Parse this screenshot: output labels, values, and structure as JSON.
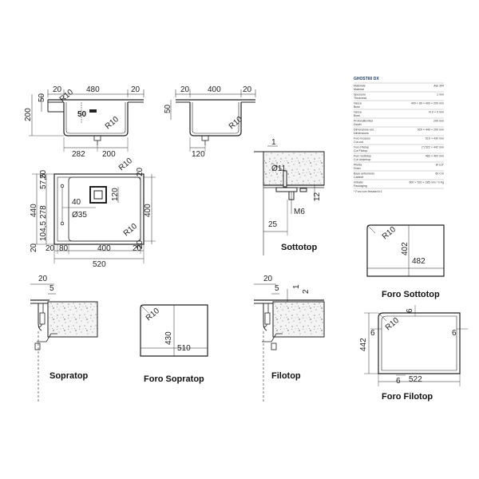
{
  "spec_sheet": {
    "title": "GHOST60 DX",
    "rows": [
      {
        "label": "Materiale",
        "sub": "Material",
        "value": "Aisi 304"
      },
      {
        "label": "Spessore",
        "sub": "Thickness",
        "value": "1 mm"
      },
      {
        "label": "Vasca",
        "sub": "Bowl",
        "value": "400 × 80 × 400 × 200 mm"
      },
      {
        "label": "Vasca",
        "sub": "Bowl",
        "value": "R 0 × 0 mm"
      },
      {
        "label": "Profondità Max",
        "sub": "Depth",
        "value": "200 mm"
      },
      {
        "label": "Dimensione est.",
        "sub": "Dimensions",
        "value": "520 × 440 × 200 mm"
      },
      {
        "label": "Foro Incasso",
        "sub": "Cut-out",
        "value": "510 × 430 mm"
      },
      {
        "label": "Foro Filotop",
        "sub": "Cut Filotop",
        "value": "(*) 522 × 442 mm"
      },
      {
        "label": "Foro Sottotop",
        "sub": "Cut Undertop",
        "value": "482 × 402 mm"
      },
      {
        "label": "Piletta",
        "sub": "Drain",
        "value": "Ø 3,5\""
      },
      {
        "label": "Base antiscivolo",
        "sub": "Cabinet",
        "value": "60 Cm"
      },
      {
        "label": "Imballo",
        "sub": "Packaging",
        "value": "600 × 520 × 285 mm / 9 Kg"
      }
    ],
    "footnote": "* Foro con fresata 6×1"
  },
  "top_view": {
    "dims": {
      "top_20a": "20",
      "top_480": "480",
      "top_20b": "20",
      "left_50": "50",
      "left_200": "200",
      "mid_50": "50",
      "r10a": "R10",
      "r10b": "R10",
      "bot_282": "282",
      "bot_200": "200"
    }
  },
  "side_view": {
    "dims": {
      "top_20a": "20",
      "top_400": "400",
      "top_20b": "20",
      "left_50": "50",
      "r10": "R10",
      "bot_120": "120"
    }
  },
  "plan_view": {
    "dims": {
      "r10a": "R10",
      "r10b": "R10",
      "left_57_5": "57,5",
      "left_440": "440",
      "left_278": "278",
      "left_104_5": "104,5",
      "left_20a": "20",
      "left_20b": "20",
      "mid_40": "40",
      "mid_35": "Ø35",
      "mid_120": "120",
      "right_20a": "20",
      "right_400": "400",
      "right_20b": "20",
      "bot_20": "20",
      "bot_80": "80",
      "bot_400": "400",
      "bot_20b": "20",
      "bot_520": "520"
    }
  },
  "sottotop_detail": {
    "dims": {
      "d1": "1",
      "d11": "Ø11",
      "d12": "12",
      "dm6": "M6",
      "d25": "25"
    },
    "label": "Sottotop"
  },
  "sopratop_detail": {
    "dims": {
      "d20": "20",
      "d5": "5"
    },
    "label": "Sopratop"
  },
  "foro_sopratop": {
    "dims": {
      "r10": "R10",
      "h430": "430",
      "w510": "510"
    },
    "label": "Foro Sopratop"
  },
  "filotop_detail": {
    "dims": {
      "d20": "20",
      "d5": "5",
      "d1": "1",
      "d2": "2"
    },
    "label": "Filotop"
  },
  "foro_sottotop": {
    "dims": {
      "r10": "R10",
      "h402": "402",
      "w482": "482"
    },
    "label": "Foro Sottotop"
  },
  "foro_filotop": {
    "dims": {
      "top6": "6",
      "r10": "R10",
      "left6": "6",
      "right6": "6",
      "h442": "442",
      "bot6": "6",
      "w522": "522"
    },
    "label": "Foro Filotop"
  }
}
